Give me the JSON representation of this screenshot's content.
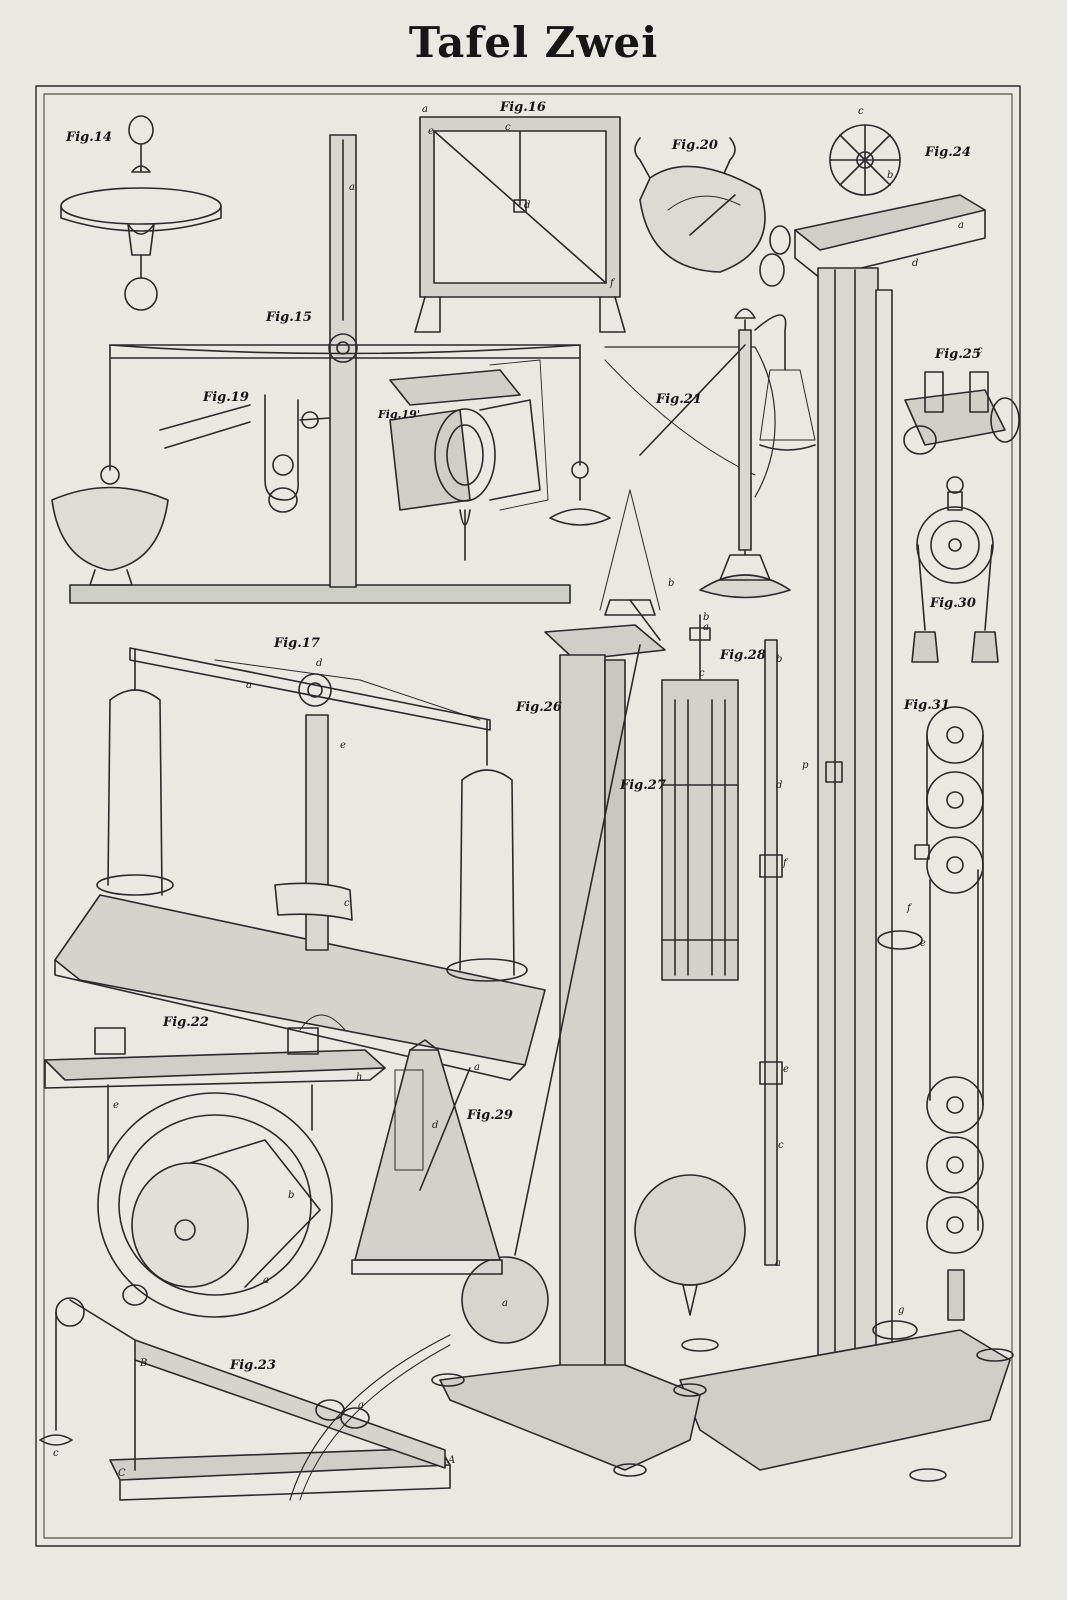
{
  "plate": {
    "title": "Tafel Zwei",
    "figures": [
      {
        "label": "Fig.14",
        "name": "spinning-top"
      },
      {
        "label": "Fig.15",
        "name": "beam-balance"
      },
      {
        "label": "Fig.16",
        "name": "plumb-frame"
      },
      {
        "label": "Fig.19",
        "name": "hook-detail"
      },
      {
        "label": "Fig.19'",
        "name": "knife-edge-bearing"
      },
      {
        "label": "Fig.20",
        "name": "spring-scale"
      },
      {
        "label": "Fig.21",
        "name": "quadrant-balance"
      },
      {
        "label": "Fig.24",
        "name": "atwood-machine"
      },
      {
        "label": "Fig.25",
        "name": "pulley-bracket"
      },
      {
        "label": "Fig.30",
        "name": "single-pulley"
      },
      {
        "label": "Fig.17",
        "name": "pan-scale"
      },
      {
        "label": "Fig.26",
        "name": "pendulum-stand"
      },
      {
        "label": "Fig.27",
        "name": "pendulum-rod"
      },
      {
        "label": "Fig.28",
        "name": "gridiron-pendulum"
      },
      {
        "label": "Fig.31",
        "name": "pulley-block"
      },
      {
        "label": "Fig.22",
        "name": "wheel-and-axle"
      },
      {
        "label": "Fig.29",
        "name": "metronome"
      },
      {
        "label": "Fig.23",
        "name": "inclined-plane"
      }
    ],
    "letters": {
      "l1": "a",
      "l2": "c",
      "l3": "d",
      "l4": "f",
      "l5": "e",
      "l6": "c",
      "l7": "a",
      "l8": "d",
      "l9": "b",
      "l10": "a",
      "l11": "b",
      "l12": "a",
      "l13": "c",
      "l14": "d",
      "l15": "f",
      "l16": "e",
      "l17": "c",
      "l18": "a",
      "l19": "p",
      "l20": "f",
      "l21": "e",
      "l22": "g",
      "l23": "c",
      "l24": "e",
      "l25": "h",
      "l26": "a",
      "l27": "b",
      "l28": "a",
      "l29": "B",
      "l30": "A",
      "l31": "C",
      "l32": "c",
      "l33": "d",
      "l34": "a",
      "l35": "b",
      "l36": "d",
      "l37": "c",
      "l38": "a",
      "l39": "b",
      "l40": "a",
      "l41": "e"
    }
  }
}
